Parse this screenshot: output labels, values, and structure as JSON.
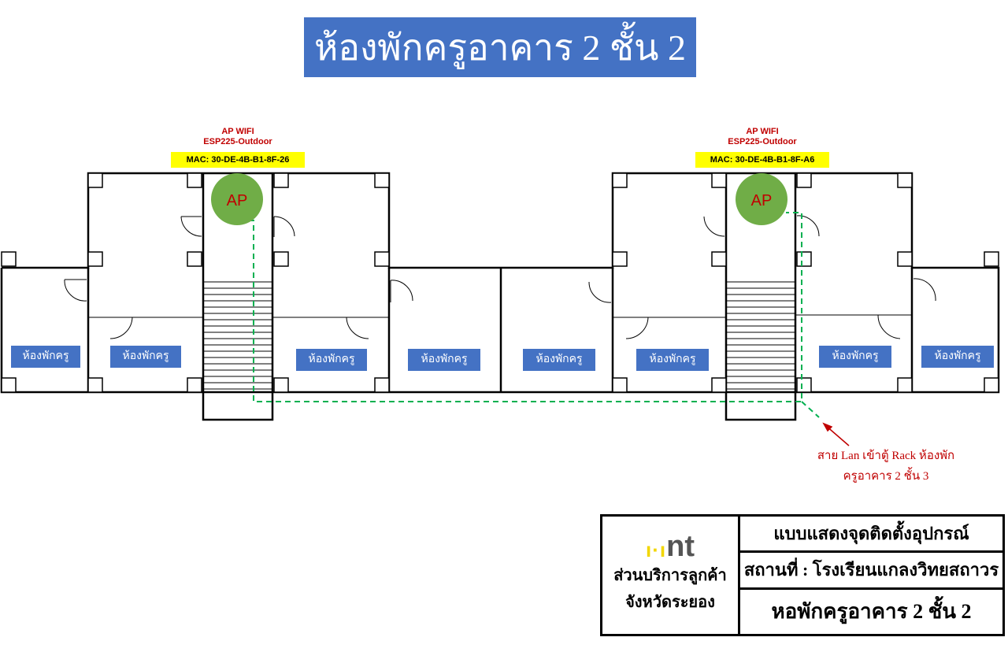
{
  "title": "ห้องพักครูอาคาร 2 ชั้น 2",
  "access_points": [
    {
      "label": "AP WIFI",
      "model": "ESP225-Outdoor",
      "mac": "MAC: 30-DE-4B-B1-8F-26",
      "icon_text": "AP"
    },
    {
      "label": "AP WIFI",
      "model": "ESP225-Outdoor",
      "mac": "MAC: 30-DE-4B-B1-8F-A6",
      "icon_text": "AP"
    }
  ],
  "rooms": [
    "ห้องพักครู",
    "ห้องพักครู",
    "ห้องพักครู",
    "ห้องพักครู",
    "ห้องพักครู",
    "ห้องพักครู",
    "ห้องพักครู",
    "ห้องพักครู"
  ],
  "note": {
    "line1": "สาย Lan เข้าตู้ Rack ห้องพัก",
    "line2": "ครูอาคาร 2 ชั้น 3"
  },
  "title_block": {
    "logo_text": "nt",
    "org_line1": "ส่วนบริการลูกค้า",
    "org_line2": "จังหวัดระยอง",
    "row1": "แบบแสดงจุดติดตั้งอุปกรณ์",
    "row2": "สถานที่ : โรงเรียนแกลงวิทยสถาวร",
    "row3": "หอพักครูอาคาร 2 ชั้น 2"
  },
  "colors": {
    "title_bg": "#4472c4",
    "ap_green": "#70ad47",
    "cable": "#00b050",
    "red": "#c00000",
    "mac_bg": "#ffff00"
  }
}
